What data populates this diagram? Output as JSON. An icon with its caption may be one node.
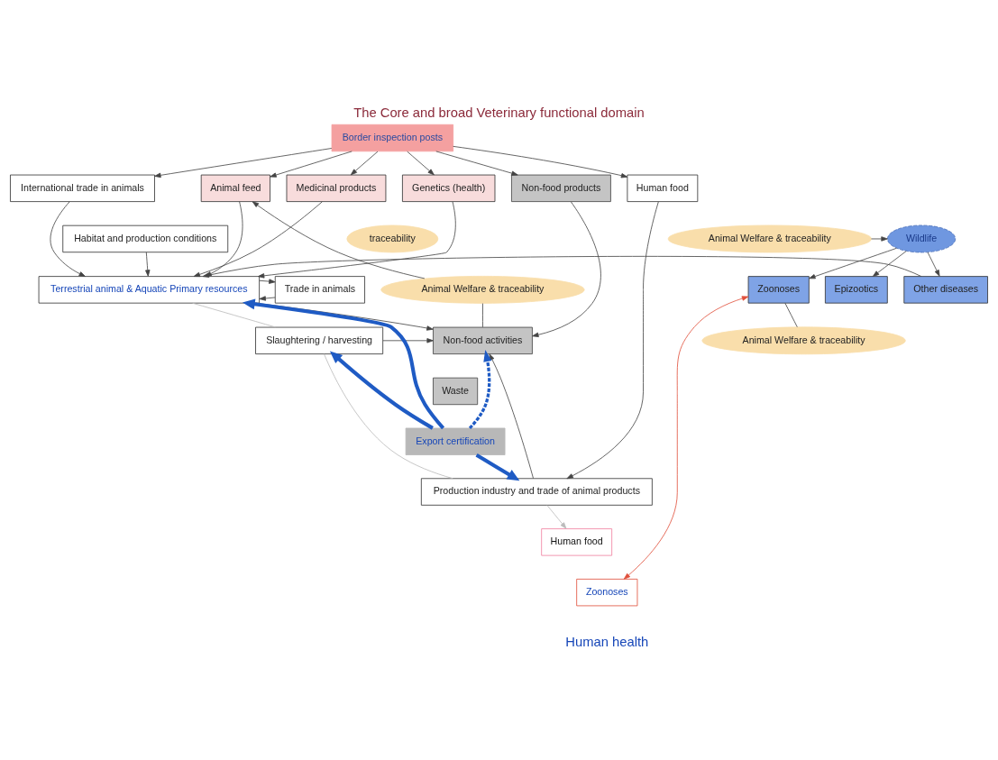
{
  "diagram": {
    "title": "The Core and broad Veterinary functional domain",
    "nodes": [
      {
        "text": [
          "Border inspection posts"
        ]
      },
      {
        "text": [
          "Non-food products"
        ]
      },
      {
        "text": [
          "Animal feed"
        ]
      },
      {
        "text": [
          "Medicinal products"
        ]
      },
      {
        "text": [
          "Genetics (health)"
        ]
      },
      {
        "text": [
          "International trade in animals"
        ]
      },
      {
        "text": [
          "Human food"
        ]
      },
      {
        "text": [
          "traceability"
        ]
      },
      {
        "text": [
          "Habitat and production conditions"
        ]
      },
      {
        "text": [
          "Animal Welfare & traceability"
        ]
      },
      {
        "text": [
          "Trade in animals"
        ]
      },
      {
        "text": [
          "Terrestrial animal & Aquatic Primary resources"
        ]
      },
      {
        "text": [
          "Animal Welfare & traceability"
        ]
      },
      {
        "text": [
          "Wildlife"
        ]
      },
      {
        "text": [
          "Epizootics"
        ]
      },
      {
        "text": [
          "Other diseases"
        ]
      },
      {
        "text": [
          "Zoonoses"
        ]
      },
      {
        "text": [
          "Slaughtering / harvesting"
        ]
      },
      {
        "text": [
          "Animal Welfare & traceability"
        ]
      },
      {
        "text": [
          "Non-food activities"
        ]
      },
      {
        "text": [
          "Waste"
        ]
      },
      {
        "text": [
          "Production industry and trade of animal products"
        ]
      },
      {
        "text": [
          "Human food"
        ]
      },
      {
        "text": [
          "Zoonoses"
        ]
      },
      {
        "text": [
          "Export certification"
        ]
      }
    ],
    "edges": [
      {
        "from": 0,
        "to": 1,
        "arrow": "to"
      },
      {
        "from": 0,
        "to": 2,
        "arrow": "to"
      },
      {
        "from": 0,
        "to": 3,
        "arrow": "to"
      },
      {
        "from": 0,
        "to": 4,
        "arrow": "to"
      },
      {
        "from": 0,
        "to": 5,
        "arrow": "to"
      },
      {
        "from": 0,
        "to": 6,
        "arrow": "to"
      },
      {
        "from": 2,
        "to": 11,
        "arrow": "to"
      },
      {
        "from": 3,
        "to": 11,
        "arrow": "to"
      },
      {
        "from": 4,
        "to": 11,
        "arrow": "to"
      },
      {
        "from": 8,
        "to": 11,
        "arrow": "to"
      },
      {
        "from": 10,
        "to": 11,
        "arrow": "to"
      },
      {
        "from": 11,
        "to": 10,
        "arrow": "to"
      },
      {
        "from": 5,
        "to": 11,
        "arrow": "to"
      },
      {
        "from": 12,
        "to": 13,
        "arrow": "to"
      },
      {
        "from": 13,
        "to": 14,
        "arrow": "to"
      },
      {
        "from": 13,
        "to": 15,
        "arrow": "to"
      },
      {
        "from": 13,
        "to": 16,
        "arrow": "to"
      },
      {
        "from": 15,
        "to": 11,
        "arrow": "to"
      },
      {
        "from": 16,
        "to": 18,
        "arrow": "none"
      },
      {
        "from": 9,
        "to": 2,
        "arrow": "to"
      },
      {
        "from": 9,
        "to": 19,
        "arrow": "none"
      },
      {
        "from": 1,
        "to": 19,
        "arrow": "to"
      },
      {
        "from": 11,
        "to": 19,
        "arrow": "to"
      },
      {
        "from": 17,
        "to": 19,
        "arrow": "to"
      },
      {
        "from": 21,
        "to": 19,
        "arrow": "to"
      },
      {
        "from": 11,
        "to": 17,
        "arrow": "none",
        "color": "#bbbbbb"
      },
      {
        "from": 17,
        "to": 21,
        "arrow": "none",
        "color": "#bbbbbb"
      },
      {
        "from": 21,
        "to": 22,
        "arrow": "to",
        "color": "#bbbbbb"
      },
      {
        "from": 6,
        "to": 21,
        "arrow": "to"
      },
      {
        "from": 16,
        "to": 23,
        "arrow": "both",
        "color": "#e0503c"
      },
      {
        "from": 24,
        "to": 19,
        "arrow": "to",
        "style": "dashed",
        "color": "#1f5bc4"
      },
      {
        "from": 24,
        "to": 11,
        "arrow": "to",
        "style": "thick",
        "color": "#1f5bc4"
      },
      {
        "from": 24,
        "to": 17,
        "arrow": "to",
        "style": "thick",
        "color": "#1f5bc4"
      },
      {
        "from": 24,
        "to": 21,
        "arrow": "to",
        "style": "thick",
        "color": "#1f5bc4"
      }
    ],
    "labels": [
      "Human health"
    ]
  }
}
